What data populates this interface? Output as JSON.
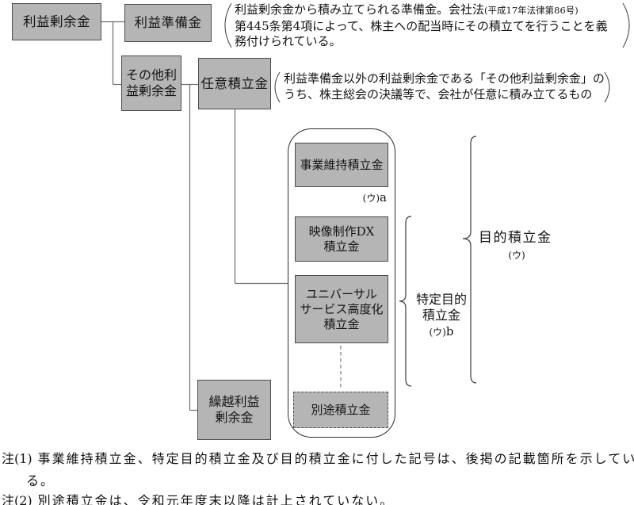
{
  "figure": {
    "boxes": {
      "profit_surplus": {
        "label": "利益剰余金"
      },
      "legal_reserve": {
        "label": "利益準備金"
      },
      "other_surplus": {
        "l1": "その他利",
        "l2": "益剰余金"
      },
      "voluntary_reserve": {
        "label": "任意積立金"
      },
      "business_maintenance": {
        "label": "事業維持積立金"
      },
      "video_dx": {
        "l1": "映像制作DX",
        "l2": "積立金"
      },
      "universal_service": {
        "l1": "ユニバーサル",
        "l2": "サービス高度化",
        "l3": "積立金"
      },
      "separate_reserve": {
        "label": "別途積立金"
      },
      "carried_forward": {
        "l1": "繰越利益",
        "l2": "剰余金"
      }
    },
    "callouts": {
      "legal_reserve_note": {
        "line1_main": "利益剰余金から積み立てられる準備金。会社法",
        "line1_small": "(平成17年法律第86号)",
        "line2": "第445条第4項によって、株主への配当時にその積立てを行うことを義",
        "line3": "務付けられている。"
      },
      "voluntary_note": {
        "line1": "利益準備金以外の利益剰余金である「その他利益剰余金」の",
        "line2": "うち、株主総会の決議等で、会社が任意に積み立てるもの"
      }
    },
    "marks": {
      "mark_a": {
        "paren": "(ウ)",
        "letter": "a"
      },
      "specific_purpose": {
        "l1": "特定目的",
        "l2": "積立金",
        "paren": "(ウ)",
        "letter": "b"
      },
      "purpose": {
        "label": "目的積立金",
        "paren": "(ウ)"
      }
    },
    "footnotes": {
      "n1": {
        "label": "注(1)",
        "text1": "事業維持積立金、特定目的積立金及び目的積立金に付した記号は、後掲の記載箇所を示してい",
        "text2": "る。"
      },
      "n2": {
        "label": "注(2)",
        "text": "別途積立金は、令和元年度末以降は計上されていない。"
      }
    },
    "colors": {
      "box_fill": "#b5b5b5",
      "box_border": "#4b4b4b",
      "connector": "#6e6e6e",
      "text": "#141414"
    }
  }
}
